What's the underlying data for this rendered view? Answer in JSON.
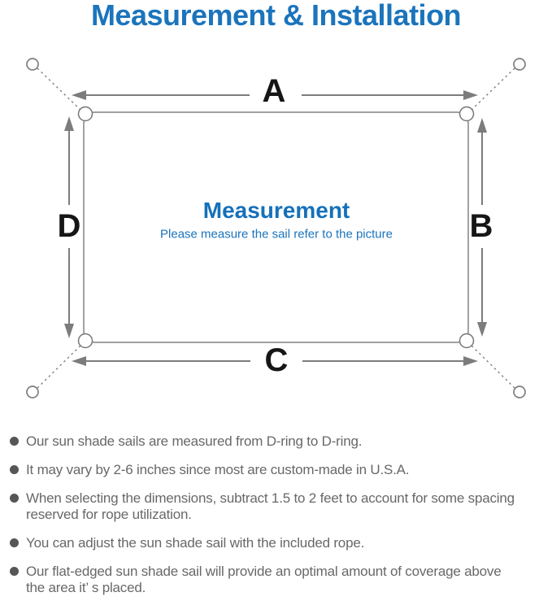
{
  "title": "Measurement & Installation",
  "diagram": {
    "dimension_labels": {
      "top": "A",
      "right": "B",
      "bottom": "C",
      "left": "D"
    },
    "center_heading": "Measurement",
    "center_subtitle": "Please measure the sail refer to the picture",
    "icons": {
      "anchor_ring": "circle-outline",
      "corner_d_ring": "half-circle-ring",
      "rope": "dashed-line",
      "dimension_arrow": "double-headed-arrow"
    }
  },
  "colors": {
    "accent_blue": "#1b74bc",
    "heading_blue": "#1570ba",
    "line_gray": "#7c7c7c",
    "outline_gray": "#929292",
    "label_black": "#161616",
    "note_gray": "#686868",
    "background": "#ffffff"
  },
  "notes": {
    "items": [
      {
        "lines": [
          "Our sun shade sails are measured from D-ring to D-ring."
        ]
      },
      {
        "lines": [
          "It may vary by 2-6 inches since most are custom-made in U.S.A."
        ]
      },
      {
        "lines": [
          "When selecting the dimensions, subtract 1.5 to 2 feet to account for some spacing",
          "reserved for rope utilization."
        ]
      },
      {
        "lines": [
          "You can adjust the sun shade sail with the included rope."
        ]
      },
      {
        "lines": [
          "Our flat-edged sun shade sail will provide an optimal amount of coverage above",
          "the area it’ s placed."
        ]
      }
    ]
  }
}
